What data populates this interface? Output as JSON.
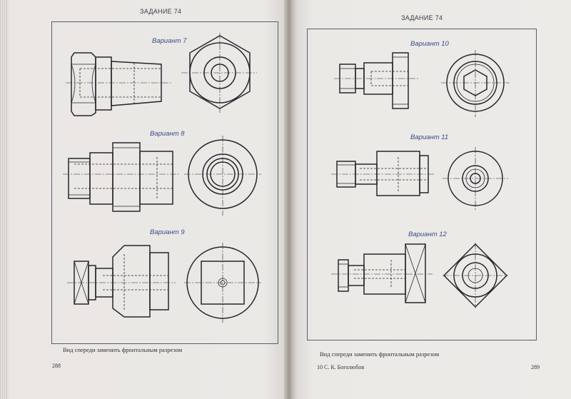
{
  "left_page": {
    "header": "ЗАДАНИЕ 74",
    "variants": [
      {
        "label": "Вариант 7"
      },
      {
        "label": "Вариант 8"
      },
      {
        "label": "Вариант 9"
      }
    ],
    "instruction": "Вид спереди заменить фронтальным разрезом",
    "page_number": "288"
  },
  "right_page": {
    "header": "ЗАДАНИЕ 74",
    "variants": [
      {
        "label": "Вариант 10"
      },
      {
        "label": "Вариант 11"
      },
      {
        "label": "Вариант 12"
      }
    ],
    "instruction": "Вид спереди заменить фронтальным разрезом",
    "signature": "10  С. К. Боголюбов",
    "page_number": "289"
  }
}
